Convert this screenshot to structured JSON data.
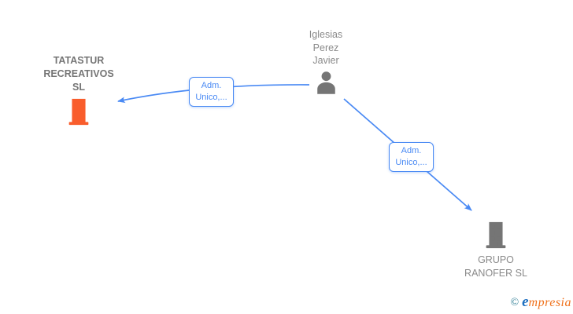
{
  "diagram": {
    "nodes": {
      "tatastur": {
        "full_name": "TATASTUR RECREATIVOS SL",
        "line1": "TATASTUR",
        "line2": "RECREATIVOS",
        "line3": "SL",
        "icon": "building-icon",
        "highlighted": true
      },
      "person": {
        "full_name": "Iglesias Perez Javier",
        "line1": "Iglesias",
        "line2": "Perez",
        "line3": "Javier",
        "icon": "person-icon",
        "highlighted": false
      },
      "grupo": {
        "full_name": "GRUPO RANOFER SL",
        "line1": "GRUPO",
        "line2": "RANOFER SL",
        "icon": "building-icon",
        "highlighted": false
      }
    },
    "edges": {
      "person_to_tatastur": {
        "from": "Iglesias Perez Javier",
        "to": "TATASTUR RECREATIVOS SL",
        "label": "Adm. Unico,...",
        "label_line1": "Adm.",
        "label_line2": "Unico,..."
      },
      "person_to_grupo": {
        "from": "Iglesias Perez Javier",
        "to": "GRUPO RANOFER SL",
        "label": "Adm. Unico,...",
        "label_line1": "Adm.",
        "label_line2": "Unico,..."
      }
    },
    "colors": {
      "edge_blue": "#4a8af4",
      "highlight_company_orange": "#f95d2c",
      "icon_gray": "#757575",
      "label_text_gray": "#8a8a8a"
    }
  },
  "footer": {
    "copyright_symbol": "©",
    "brand_initial": "e",
    "brand_rest": "mpresia",
    "colors": {
      "copyright_teal": "#2f7d95",
      "initial_blue": "#1d6fc0",
      "rest_orange": "#f0731e"
    }
  }
}
